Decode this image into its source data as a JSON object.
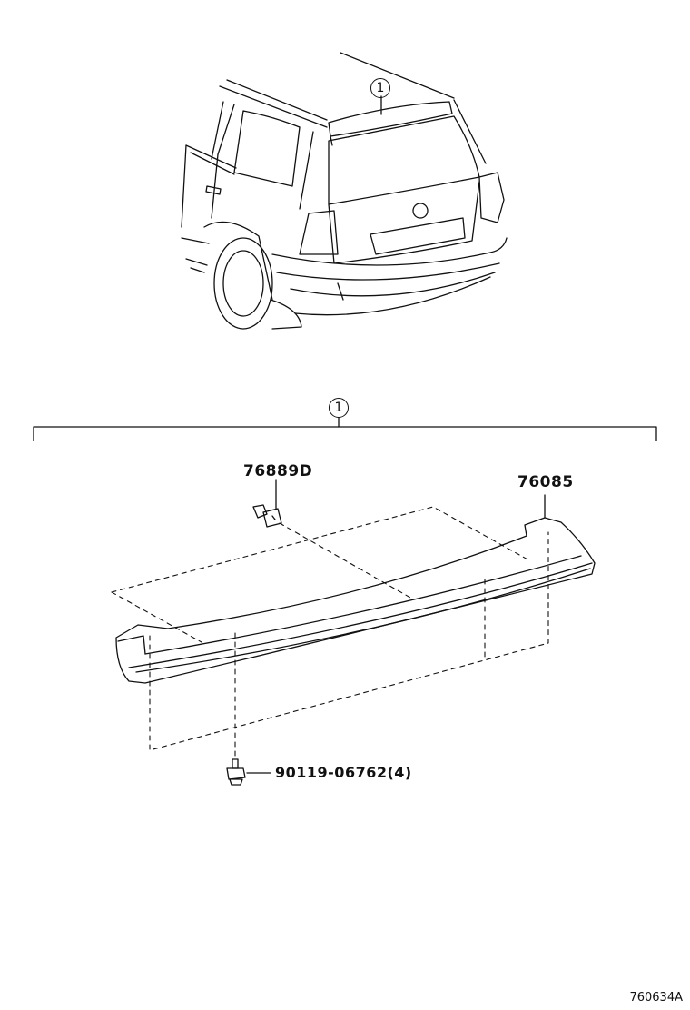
{
  "callouts": {
    "top": "1",
    "assembly": "1"
  },
  "parts": {
    "stop_lamp_cover": "76889D",
    "spoiler": "76085",
    "bolt": "90119-06762(4)"
  },
  "drawing_code": "760634A"
}
